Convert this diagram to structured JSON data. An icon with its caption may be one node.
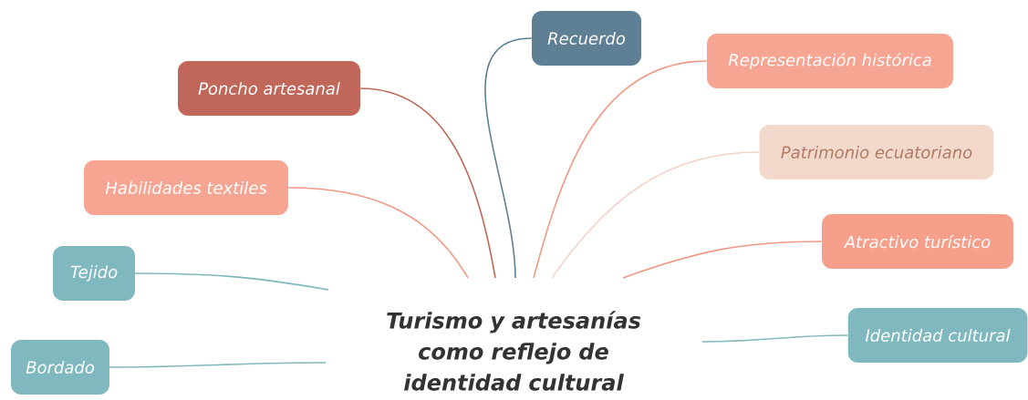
{
  "diagram": {
    "nodes": [
      {
        "text": [
          "Turismo y artesanías como reflejo de identidad cultural"
        ]
      },
      {
        "text": [
          "Recuerdo"
        ]
      },
      {
        "text": [
          "Representación histórica"
        ]
      },
      {
        "text": [
          "Poncho artesanal"
        ]
      },
      {
        "text": [
          "Patrimonio ecuatoriano"
        ]
      },
      {
        "text": [
          "Habilidades textiles"
        ]
      },
      {
        "text": [
          "Atractivo turístico"
        ]
      },
      {
        "text": [
          "Tejido"
        ]
      },
      {
        "text": [
          "Identidad cultural"
        ]
      },
      {
        "text": [
          "Bordado"
        ]
      }
    ],
    "edges": [
      {
        "from": 0,
        "to": 1,
        "arrow": "none",
        "color": "#5f8094"
      },
      {
        "from": 0,
        "to": 2,
        "arrow": "none",
        "color": "#f29a86"
      },
      {
        "from": 0,
        "to": 3,
        "arrow": "none",
        "color": "#c0675a"
      },
      {
        "from": 0,
        "to": 4,
        "arrow": "none",
        "color": "#f2d5c8"
      },
      {
        "from": 0,
        "to": 5,
        "arrow": "none",
        "color": "#f29a86"
      },
      {
        "from": 0,
        "to": 6,
        "arrow": "none",
        "color": "#f29a86"
      },
      {
        "from": 0,
        "to": 7,
        "arrow": "none",
        "color": "#80b8bf"
      },
      {
        "from": 0,
        "to": 8,
        "arrow": "none",
        "color": "#80b8bf"
      },
      {
        "from": 0,
        "to": 9,
        "arrow": "none",
        "color": "#80b8bf"
      }
    ]
  }
}
